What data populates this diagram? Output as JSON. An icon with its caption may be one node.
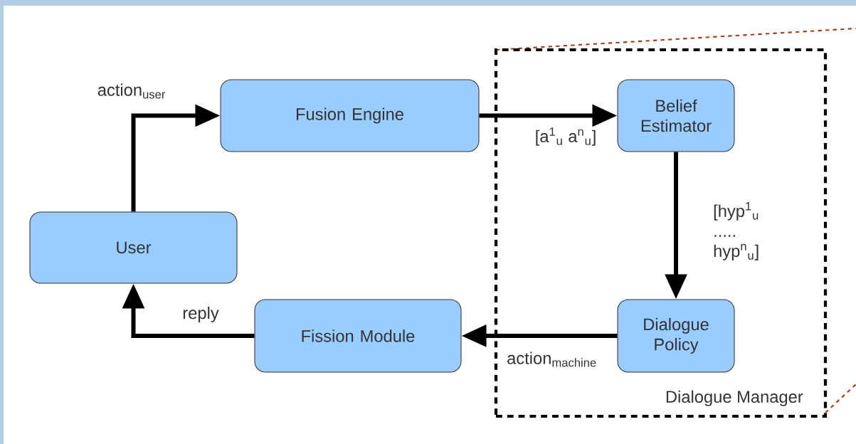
{
  "diagram": {
    "nodes": [
      {
        "text": [
          "Fusion Engine"
        ]
      },
      {
        "text": [
          "Dialogue Manager"
        ]
      },
      {
        "text": [
          "Belief Estimator"
        ],
        "in": 1
      },
      {
        "text": [
          "User"
        ]
      },
      {
        "text": [
          "Fission Module"
        ]
      },
      {
        "text": [
          "Dialogue Policy"
        ],
        "in": 1
      }
    ],
    "edges": [
      {
        "from": 3,
        "to": 0,
        "arrow": "to",
        "label": "action$_{user}$"
      },
      {
        "from": 0,
        "to": 2,
        "arrow": "to",
        "label": "[a$^{1}$$_{u}$ a$^{n}$$_{u}$]"
      },
      {
        "from": 2,
        "to": 5,
        "arrow": "to",
        "label": "[hyp$^{1}$$_{u}$ ..... hyp$^{n}$$_{u}$]"
      },
      {
        "from": 5,
        "to": 4,
        "arrow": "to",
        "label": "action$_{machine}$"
      },
      {
        "from": 4,
        "to": 3,
        "arrow": "to",
        "label": "reply"
      }
    ]
  }
}
